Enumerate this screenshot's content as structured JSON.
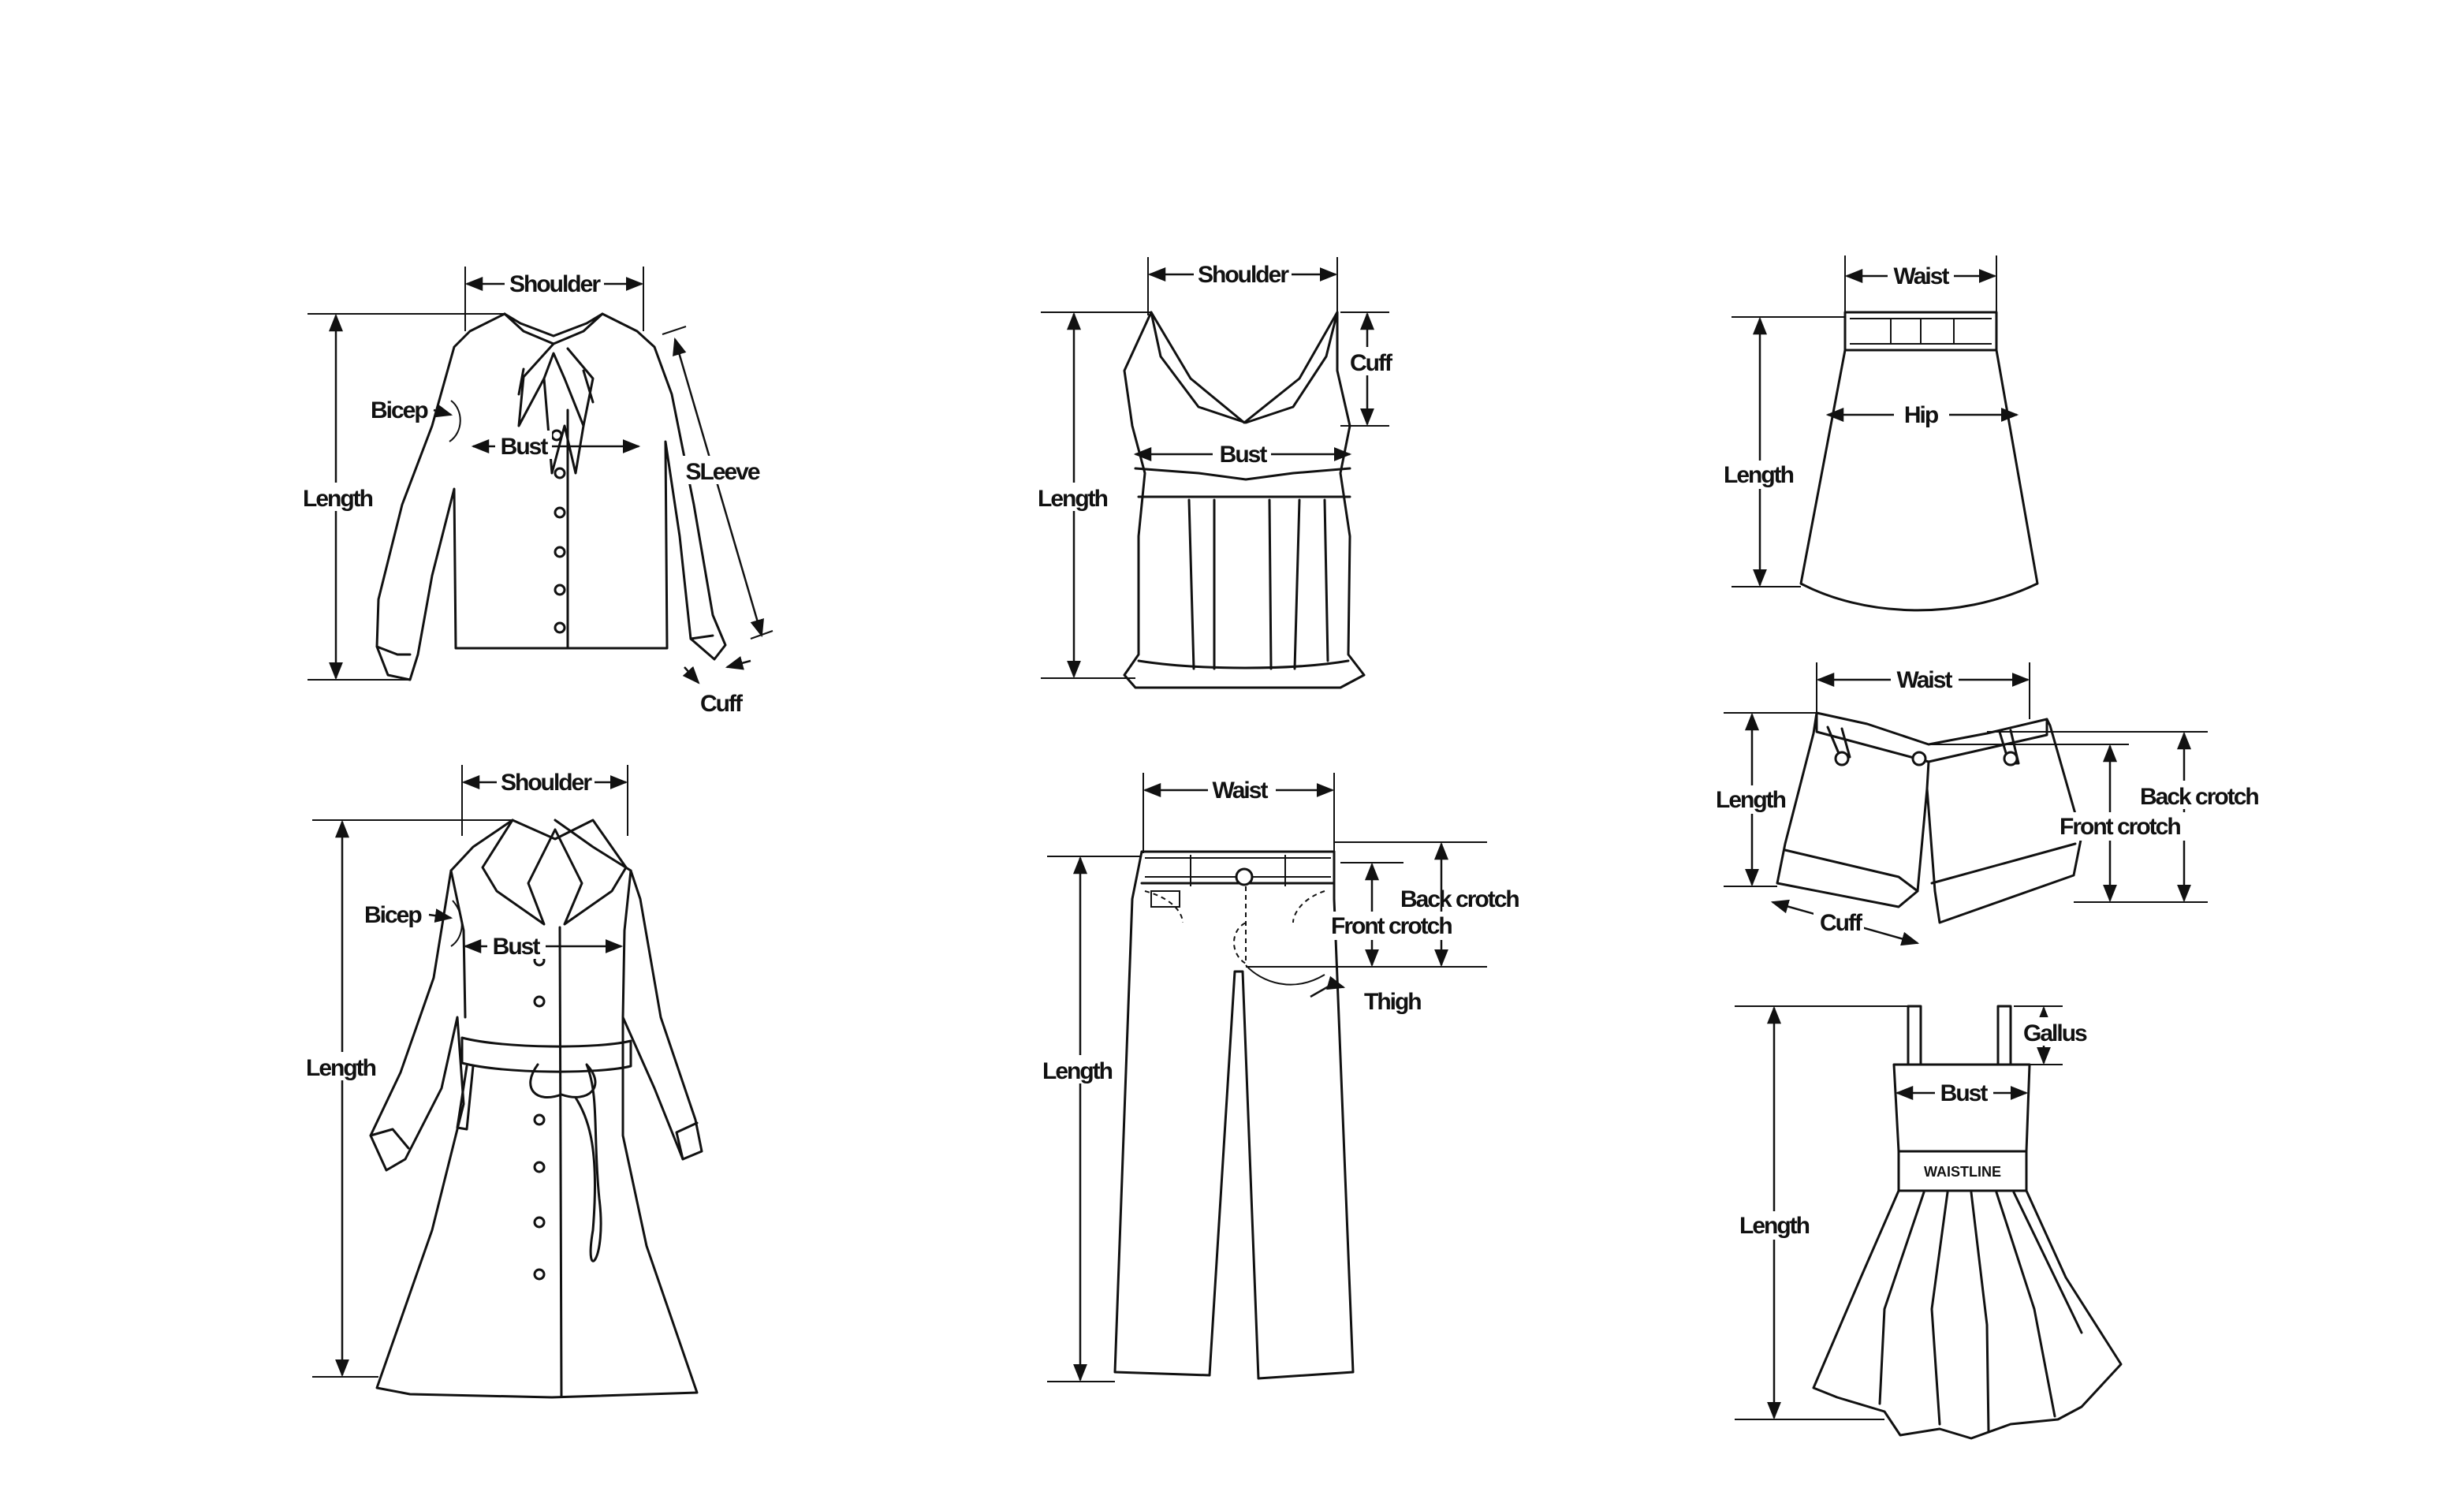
{
  "colors": {
    "line": "#111111",
    "background": "#ffffff"
  },
  "shirt": {
    "shoulder": "Shoulder",
    "bicep": "Bicep",
    "bust": "Bust",
    "length": "Length",
    "sleeve": "SLeeve",
    "cuff": "Cuff"
  },
  "tank": {
    "shoulder": "Shoulder",
    "cuff": "Cuff",
    "bust": "Bust",
    "length": "Length"
  },
  "skirt": {
    "waist": "Waist",
    "hip": "Hip",
    "length": "Length"
  },
  "coat": {
    "shoulder": "Shoulder",
    "bicep": "Bicep",
    "bust": "Bust",
    "length": "Length"
  },
  "pants": {
    "waist": "Waist",
    "back_crotch": "Back crotch",
    "front_crotch": "Front crotch",
    "thigh": "Thigh",
    "length": "Length"
  },
  "shorts": {
    "waist": "Waist",
    "length": "Length",
    "back_crotch": "Back crotch",
    "front_crotch": "Front crotch",
    "cuff": "Cuff"
  },
  "dress": {
    "gallus": "Gallus",
    "bust": "Bust",
    "waistline": "WAISTLINE",
    "length": "Length"
  }
}
